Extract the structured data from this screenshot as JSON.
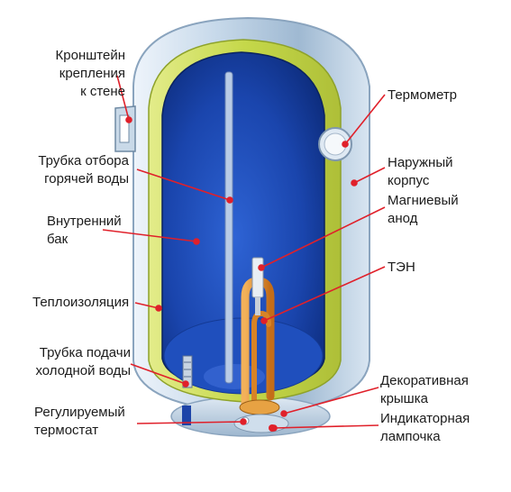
{
  "labels": {
    "bracket": {
      "l1": "Кронштейн",
      "l2": "крепления",
      "l3": "к стене"
    },
    "hot_pipe": {
      "l1": "Трубка отбора",
      "l2": "горячей воды"
    },
    "inner_tank": {
      "l1": "Внутренний",
      "l2": "бак"
    },
    "insulation": {
      "l1": "Теплоизоляция"
    },
    "cold_pipe": {
      "l1": "Трубка подачи",
      "l2": "холодной воды"
    },
    "thermostat": {
      "l1": "Регулируемый",
      "l2": "термостат"
    },
    "thermometer": {
      "l1": "Термометр"
    },
    "outer_shell": {
      "l1": "Наружный",
      "l2": "корпус"
    },
    "anode": {
      "l1": "Магниевый",
      "l2": "анод"
    },
    "heater": {
      "l1": "ТЭН"
    },
    "cover": {
      "l1": "Декоративная",
      "l2": "крышка"
    },
    "lamp": {
      "l1": "Индикаторная",
      "l2": "лампочка"
    }
  },
  "colors": {
    "leader": "#e0202a",
    "outer_shell": "#b9cfe3",
    "insulation": "#c9db55",
    "inner_tank": "#1c49b6",
    "heater": "#e08a2c"
  }
}
